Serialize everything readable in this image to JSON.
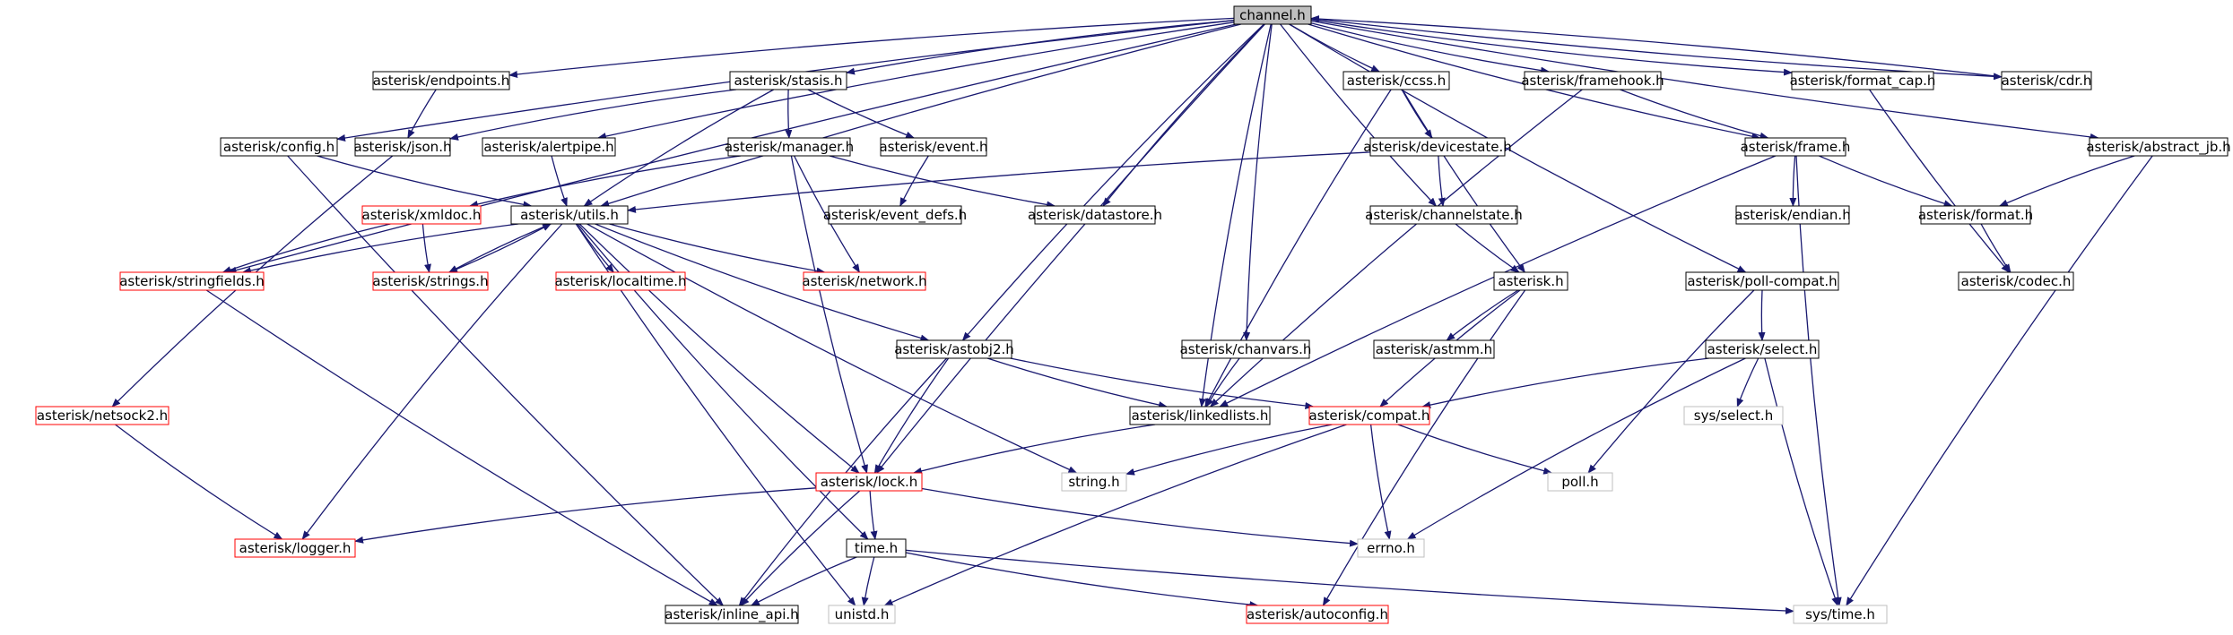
{
  "colors": {
    "edge": "#191970",
    "box_normal": "#000000",
    "box_incomplete": "#ff0000",
    "box_external": "#bfbfbf",
    "root_fill": "#bfbfbf",
    "text": "#000000"
  },
  "nodes": [
    {
      "id": "channel",
      "label": "channel.h",
      "style": "root"
    },
    {
      "id": "endpoints",
      "label": "asterisk/endpoints.h",
      "style": "normal"
    },
    {
      "id": "stasis",
      "label": "asterisk/stasis.h",
      "style": "normal"
    },
    {
      "id": "ccss",
      "label": "asterisk/ccss.h",
      "style": "normal"
    },
    {
      "id": "framehook",
      "label": "asterisk/framehook.h",
      "style": "normal"
    },
    {
      "id": "format_cap",
      "label": "asterisk/format_cap.h",
      "style": "normal"
    },
    {
      "id": "cdr",
      "label": "asterisk/cdr.h",
      "style": "normal"
    },
    {
      "id": "config",
      "label": "asterisk/config.h",
      "style": "normal"
    },
    {
      "id": "json",
      "label": "asterisk/json.h",
      "style": "normal"
    },
    {
      "id": "alertpipe",
      "label": "asterisk/alertpipe.h",
      "style": "normal"
    },
    {
      "id": "manager",
      "label": "asterisk/manager.h",
      "style": "normal"
    },
    {
      "id": "event",
      "label": "asterisk/event.h",
      "style": "normal"
    },
    {
      "id": "devicestate",
      "label": "asterisk/devicestate.h",
      "style": "normal"
    },
    {
      "id": "frame",
      "label": "asterisk/frame.h",
      "style": "normal"
    },
    {
      "id": "abstract_jb",
      "label": "asterisk/abstract_jb.h",
      "style": "normal"
    },
    {
      "id": "xmldoc",
      "label": "asterisk/xmldoc.h",
      "style": "incomplete"
    },
    {
      "id": "utils",
      "label": "asterisk/utils.h",
      "style": "normal"
    },
    {
      "id": "event_defs",
      "label": "asterisk/event_defs.h",
      "style": "normal"
    },
    {
      "id": "datastore",
      "label": "asterisk/datastore.h",
      "style": "normal"
    },
    {
      "id": "channelstate",
      "label": "asterisk/channelstate.h",
      "style": "normal"
    },
    {
      "id": "endian",
      "label": "asterisk/endian.h",
      "style": "normal"
    },
    {
      "id": "format",
      "label": "asterisk/format.h",
      "style": "normal"
    },
    {
      "id": "stringfields",
      "label": "asterisk/stringfields.h",
      "style": "incomplete"
    },
    {
      "id": "strings",
      "label": "asterisk/strings.h",
      "style": "incomplete"
    },
    {
      "id": "localtime",
      "label": "asterisk/localtime.h",
      "style": "incomplete"
    },
    {
      "id": "network",
      "label": "asterisk/network.h",
      "style": "incomplete"
    },
    {
      "id": "asterisk_h",
      "label": "asterisk.h",
      "style": "normal"
    },
    {
      "id": "poll_compat",
      "label": "asterisk/poll-compat.h",
      "style": "normal"
    },
    {
      "id": "codec",
      "label": "asterisk/codec.h",
      "style": "normal"
    },
    {
      "id": "astobj2",
      "label": "asterisk/astobj2.h",
      "style": "normal"
    },
    {
      "id": "chanvars",
      "label": "asterisk/chanvars.h",
      "style": "normal"
    },
    {
      "id": "astmm",
      "label": "asterisk/astmm.h",
      "style": "normal"
    },
    {
      "id": "select",
      "label": "asterisk/select.h",
      "style": "normal"
    },
    {
      "id": "netsock2",
      "label": "asterisk/netsock2.h",
      "style": "incomplete"
    },
    {
      "id": "linkedlists",
      "label": "asterisk/linkedlists.h",
      "style": "normal"
    },
    {
      "id": "compat",
      "label": "asterisk/compat.h",
      "style": "incomplete"
    },
    {
      "id": "sys_select",
      "label": "sys/select.h",
      "style": "external"
    },
    {
      "id": "lock",
      "label": "asterisk/lock.h",
      "style": "incomplete"
    },
    {
      "id": "string_h",
      "label": "string.h",
      "style": "external"
    },
    {
      "id": "poll_h",
      "label": "poll.h",
      "style": "external"
    },
    {
      "id": "logger",
      "label": "asterisk/logger.h",
      "style": "incomplete"
    },
    {
      "id": "errno_h",
      "label": "errno.h",
      "style": "external"
    },
    {
      "id": "time_h",
      "label": "time.h",
      "style": "normal"
    },
    {
      "id": "inline_api",
      "label": "asterisk/inline_api.h",
      "style": "normal"
    },
    {
      "id": "unistd_h",
      "label": "unistd.h",
      "style": "external"
    },
    {
      "id": "autoconfig",
      "label": "asterisk/autoconfig.h",
      "style": "incomplete"
    },
    {
      "id": "sys_time",
      "label": "sys/time.h",
      "style": "external"
    }
  ],
  "edges": [
    [
      "channel",
      "endpoints"
    ],
    [
      "channel",
      "stasis"
    ],
    [
      "channel",
      "ccss"
    ],
    [
      "channel",
      "framehook"
    ],
    [
      "channel",
      "format_cap"
    ],
    [
      "channel",
      "cdr"
    ],
    [
      "channel",
      "config"
    ],
    [
      "channel",
      "alertpipe"
    ],
    [
      "channel",
      "utils"
    ],
    [
      "channel",
      "stringfields"
    ],
    [
      "channel",
      "datastore"
    ],
    [
      "channel",
      "channelstate"
    ],
    [
      "channel",
      "frame"
    ],
    [
      "channel",
      "abstract_jb"
    ],
    [
      "channel",
      "astobj2"
    ],
    [
      "channel",
      "chanvars"
    ],
    [
      "channel",
      "linkedlists"
    ],
    [
      "channel",
      "lock"
    ],
    [
      "channel",
      "poll_compat"
    ],
    [
      "cdr",
      "channel"
    ],
    [
      "endpoints",
      "json"
    ],
    [
      "stasis",
      "json"
    ],
    [
      "stasis",
      "manager"
    ],
    [
      "stasis",
      "event"
    ],
    [
      "stasis",
      "utils"
    ],
    [
      "ccss",
      "devicestate"
    ],
    [
      "ccss",
      "asterisk_h"
    ],
    [
      "ccss",
      "linkedlists"
    ],
    [
      "framehook",
      "frame"
    ],
    [
      "framehook",
      "linkedlists"
    ],
    [
      "format_cap",
      "codec"
    ],
    [
      "config",
      "utils"
    ],
    [
      "config",
      "inline_api"
    ],
    [
      "json",
      "netsock2"
    ],
    [
      "alertpipe",
      "utils"
    ],
    [
      "manager",
      "xmldoc"
    ],
    [
      "manager",
      "datastore"
    ],
    [
      "manager",
      "network"
    ],
    [
      "manager",
      "lock"
    ],
    [
      "event",
      "event_defs"
    ],
    [
      "devicestate",
      "channelstate"
    ],
    [
      "devicestate",
      "utils"
    ],
    [
      "frame",
      "endian"
    ],
    [
      "frame",
      "format"
    ],
    [
      "frame",
      "linkedlists"
    ],
    [
      "frame",
      "sys_time"
    ],
    [
      "abstract_jb",
      "format"
    ],
    [
      "abstract_jb",
      "sys_time"
    ],
    [
      "xmldoc",
      "stringfields"
    ],
    [
      "xmldoc",
      "strings"
    ],
    [
      "utils",
      "stringfields"
    ],
    [
      "utils",
      "strings"
    ],
    [
      "utils",
      "localtime"
    ],
    [
      "utils",
      "network"
    ],
    [
      "utils",
      "logger"
    ],
    [
      "utils",
      "lock"
    ],
    [
      "utils",
      "time_h"
    ],
    [
      "utils",
      "unistd_h"
    ],
    [
      "utils",
      "string_h"
    ],
    [
      "utils",
      "astobj2"
    ],
    [
      "strings",
      "utils"
    ],
    [
      "channelstate",
      "asterisk_h"
    ],
    [
      "format",
      "codec"
    ],
    [
      "stringfields",
      "inline_api"
    ],
    [
      "asterisk_h",
      "astmm"
    ],
    [
      "asterisk_h",
      "compat"
    ],
    [
      "asterisk_h",
      "autoconfig"
    ],
    [
      "poll_compat",
      "select"
    ],
    [
      "poll_compat",
      "poll_h"
    ],
    [
      "astobj2",
      "linkedlists"
    ],
    [
      "astobj2",
      "lock"
    ],
    [
      "astobj2",
      "compat"
    ],
    [
      "astobj2",
      "inline_api"
    ],
    [
      "chanvars",
      "linkedlists"
    ],
    [
      "select",
      "compat"
    ],
    [
      "select",
      "sys_select"
    ],
    [
      "select",
      "errno_h"
    ],
    [
      "select",
      "sys_time"
    ],
    [
      "netsock2",
      "logger"
    ],
    [
      "linkedlists",
      "lock"
    ],
    [
      "compat",
      "string_h"
    ],
    [
      "compat",
      "poll_h"
    ],
    [
      "compat",
      "errno_h"
    ],
    [
      "compat",
      "unistd_h"
    ],
    [
      "lock",
      "logger"
    ],
    [
      "lock",
      "errno_h"
    ],
    [
      "lock",
      "time_h"
    ],
    [
      "lock",
      "inline_api"
    ],
    [
      "time_h",
      "unistd_h"
    ],
    [
      "time_h",
      "inline_api"
    ],
    [
      "time_h",
      "autoconfig"
    ],
    [
      "time_h",
      "sys_time"
    ]
  ]
}
